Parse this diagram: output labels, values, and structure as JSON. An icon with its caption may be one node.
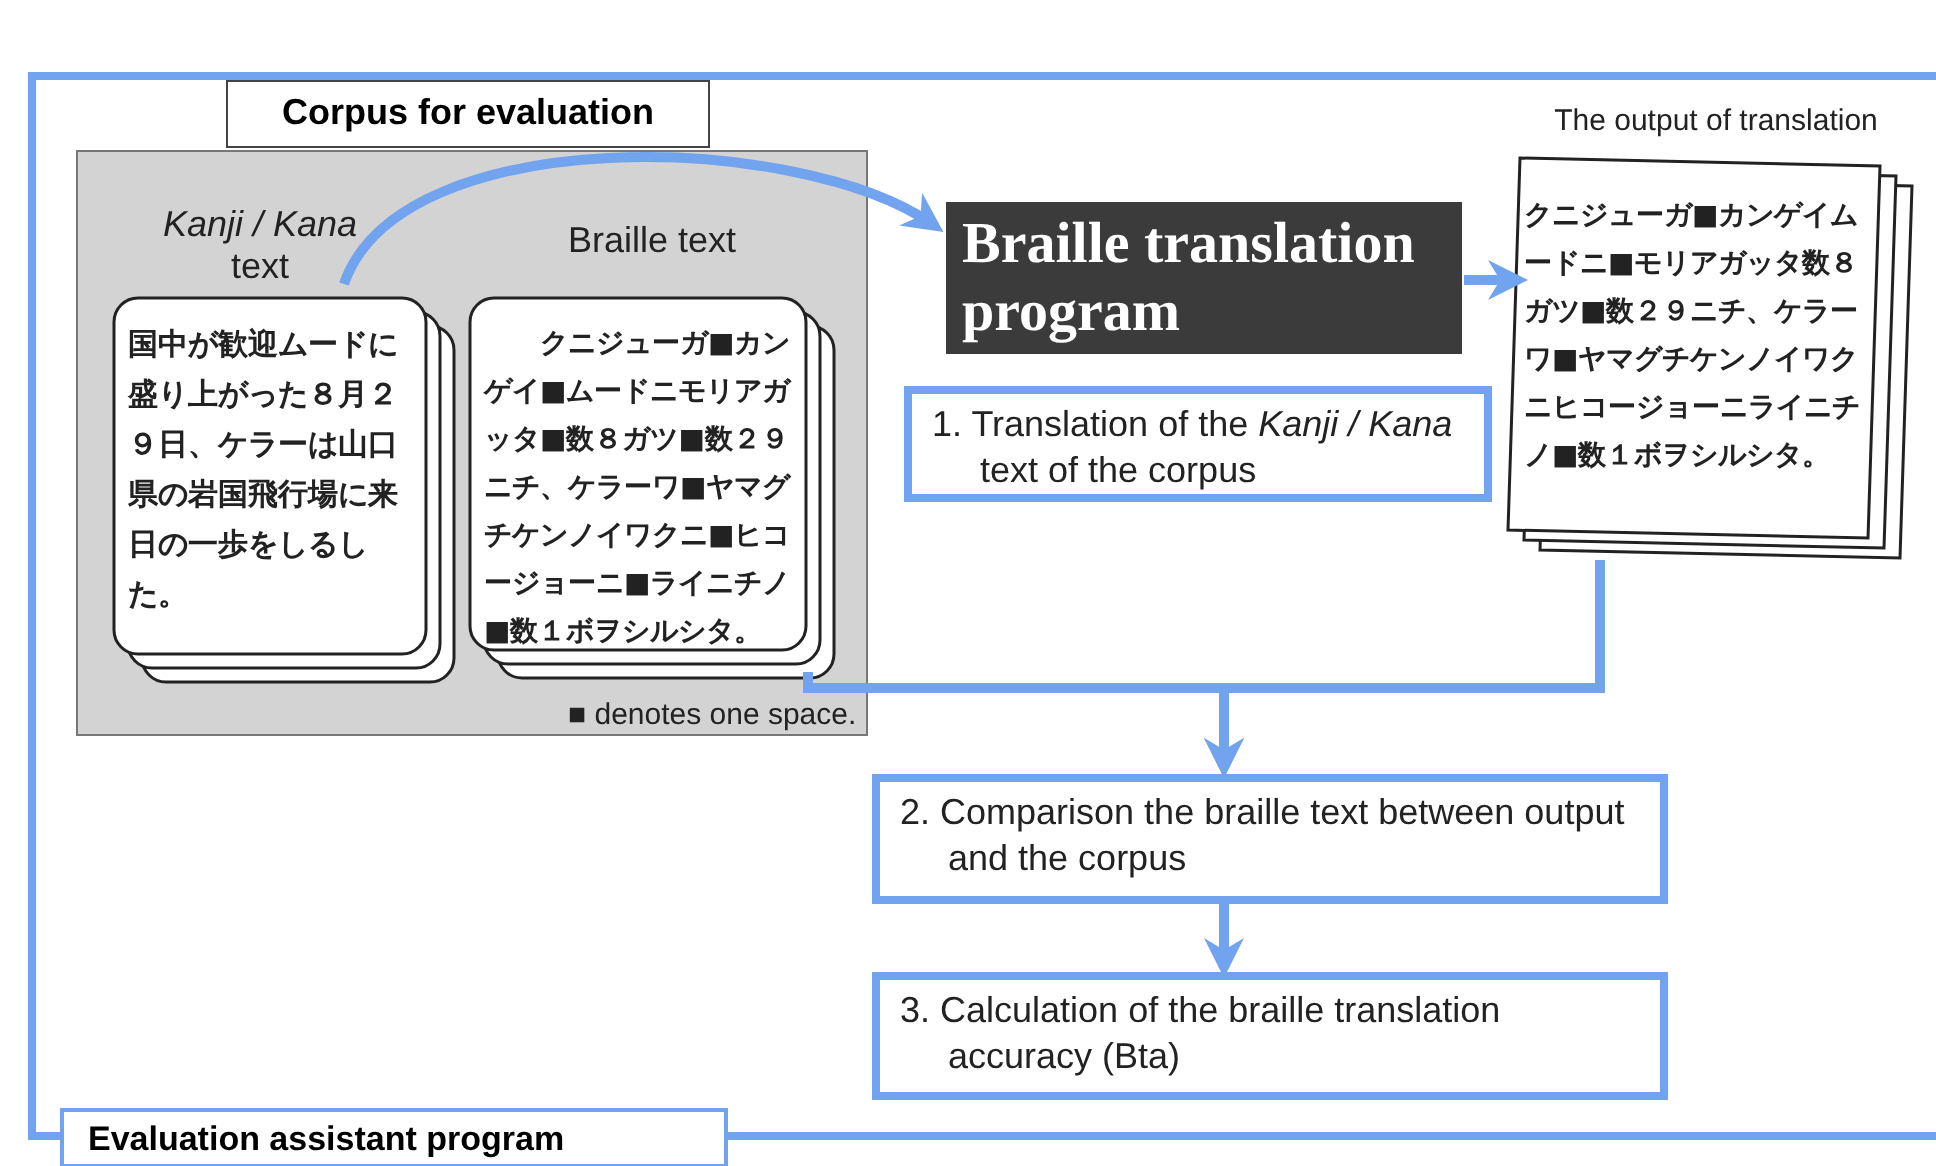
{
  "diagram": {
    "nodes": [
      {
        "text": [
          "Evaluation assistant program"
        ]
      },
      {
        "text": [
          "Corpus for evaluation"
        ],
        "in": 0
      },
      {
        "text": [
          "*Kanji / Kana* text",
          "国中が歓迎ムードに盛り上がった８月２９日、ケラーは山口県の岩国飛行場に来日の一歩をしるした。"
        ],
        "in": 1
      },
      {
        "text": [
          "Braille text",
          "クニジューガ■カンゲイ■ムードニモリアガッタ■数８ガツ■数２９ニチ、ケラーワ■ヤマグチケンノイワクニ■ヒコージョーニ■ライニチノ■数１ボヲシルシタ。"
        ],
        "in": 1
      },
      {
        "text": [
          "Braille translation program"
        ],
        "in": 0
      },
      {
        "text": [
          "1. Translation of the *Kanji / Kana* text of the corpus"
        ],
        "in": 0
      },
      {
        "text": [
          "The output of translation",
          "クニジューガ■カンゲイムードニ■モリアガッタ数８ガツ■数２９ニチ、ケラーワ■ヤマグチケンノイワクニヒコージョーニライニチノ■数１ボヲシルシタ。"
        ],
        "in": 0
      },
      {
        "text": [
          "2. Comparison the braille text between output and the corpus"
        ],
        "in": 0
      },
      {
        "text": [
          "3. Calculation of the braille translation accuracy (Bta)"
        ],
        "in": 0
      }
    ],
    "edges": [
      {
        "from": 2,
        "to": 4,
        "arrow": "to"
      },
      {
        "from": 4,
        "to": 6,
        "arrow": "to"
      },
      {
        "from": 3,
        "to": 7,
        "arrow": "to"
      },
      {
        "from": 6,
        "to": 7,
        "arrow": "to"
      },
      {
        "from": 7,
        "to": 8,
        "arrow": "to"
      }
    ],
    "labels": [
      "■ denotes one space."
    ]
  }
}
